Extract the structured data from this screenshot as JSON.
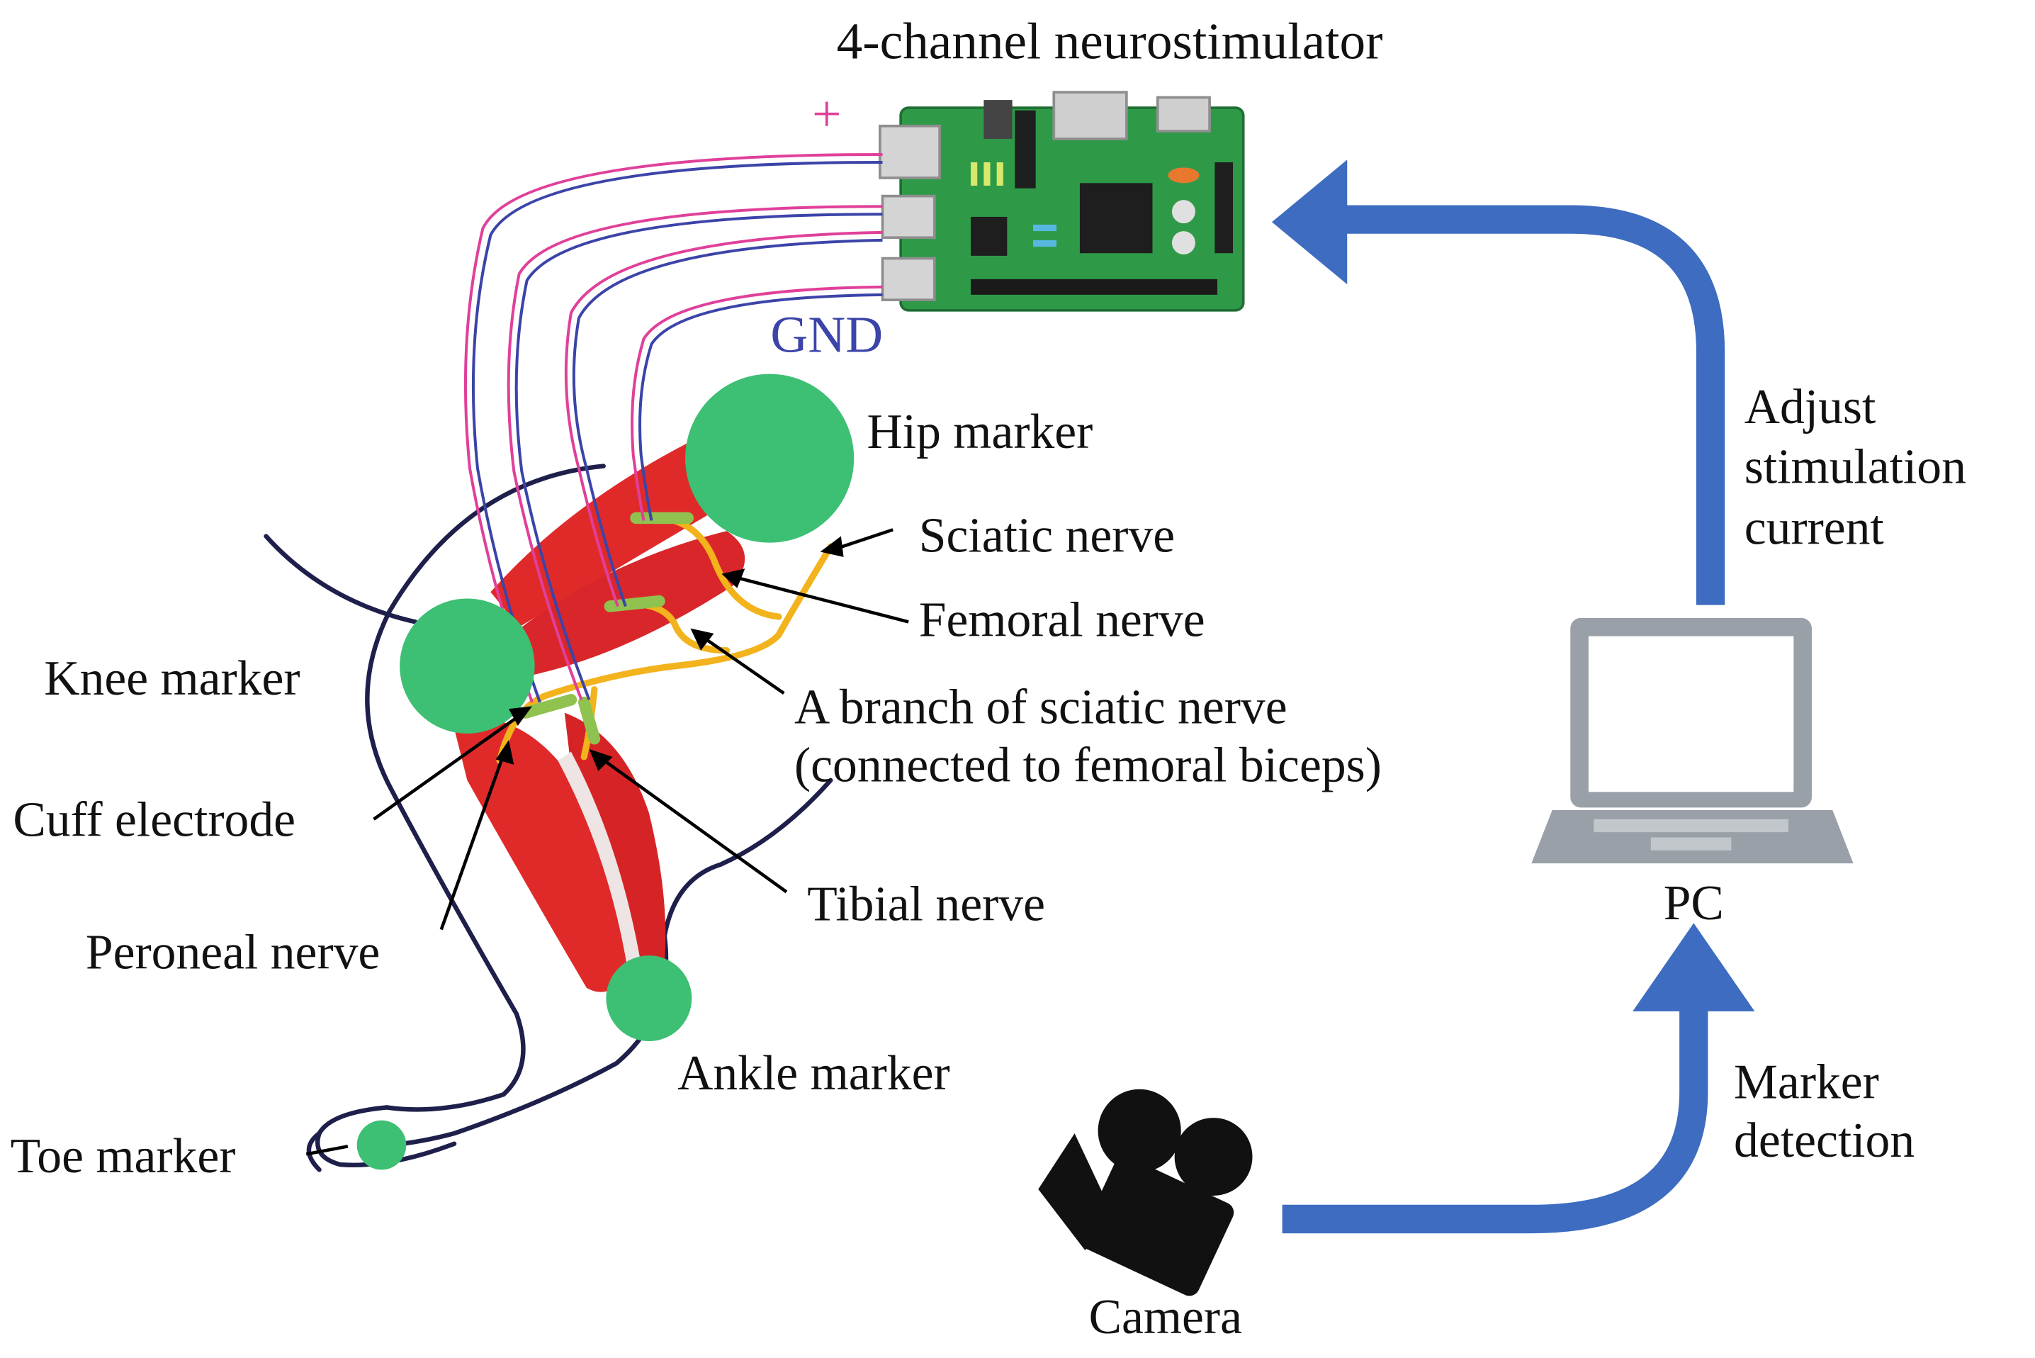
{
  "title": "4-channel neurostimulator",
  "terminals": {
    "plus": "+",
    "ground": "GND"
  },
  "markers": {
    "hip": "Hip marker",
    "knee": "Knee marker",
    "ankle": "Ankle marker",
    "toe": "Toe marker"
  },
  "nerves": {
    "sciatic": "Sciatic nerve",
    "femoral": "Femoral nerve",
    "branch_line1": "A branch of sciatic nerve",
    "branch_line2": "(connected to femoral biceps)",
    "tibial": "Tibial nerve",
    "peroneal": "Peroneal nerve"
  },
  "cuff_electrode": "Cuff electrode",
  "pc_label": "PC",
  "camera_label": "Camera",
  "feedback": {
    "adjust_line1": "Adjust",
    "adjust_line2": "stimulation",
    "adjust_line3": "current",
    "detect_line1": "Marker",
    "detect_line2": "detection"
  },
  "colors": {
    "marker": "#3dbf74",
    "muscle": "#e02a2a",
    "nerve": "#f2b31c",
    "cuff": "#8fc24e",
    "wire_plus": "#e0409a",
    "wire_gnd": "#3b44a8",
    "arrow": "#3d6cc0",
    "board": "#2e9a48",
    "outline": "#1e1f4a"
  },
  "icons": [
    "neurostimulator-board-icon",
    "laptop-icon",
    "video-camera-icon"
  ]
}
